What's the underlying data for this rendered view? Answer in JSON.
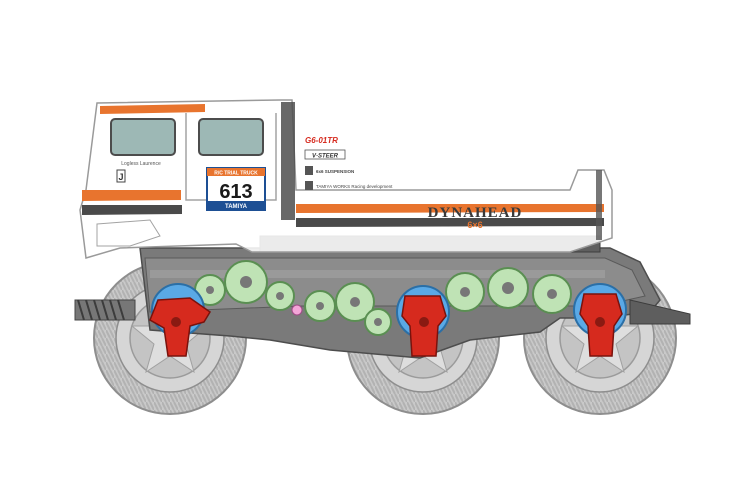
{
  "illustration": {
    "subject": "Tamiya Dynahead 6x6 G6-01TR side view",
    "colors": {
      "body": "#ffffff",
      "stripe_orange": "#e8742e",
      "stripe_dark": "#4a4a4a",
      "window_tint": "#9db8b5",
      "chassis": "#6a6a6a",
      "gear_green": "#bfe3b5",
      "hub_blue": "#5aa9e6",
      "upright_red": "#d62a1e",
      "tire": "#c8c8c8"
    }
  },
  "decals": {
    "brand": "DYNAHEAD",
    "brand_sub": "6×6",
    "race_number": "613",
    "race_top": "R/C TRIAL TRUCK",
    "race_bottom": "TAMIYA",
    "driver_name": "Logless Laurence",
    "door_letter": "J",
    "chassis_code": "G6-01TR",
    "sponsor_1": "V·STEER",
    "sponsor_2": "6x6 SUSPENSION",
    "sponsor_3": "TAMIYA WORKS Racing development"
  }
}
